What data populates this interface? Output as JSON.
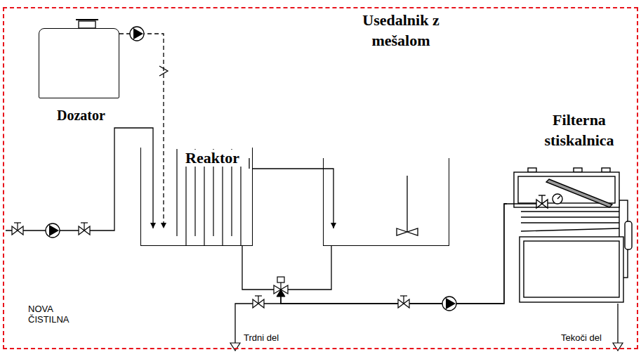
{
  "diagram": {
    "nodes": [
      {
        "text": [
          "NOVA ČISTILNA"
        ]
      },
      {
        "text": [
          "Dozator"
        ],
        "in": 0
      },
      {
        "text": [
          "Reaktor"
        ],
        "in": 0
      },
      {
        "text": [
          "Usedalnik z mešalom"
        ],
        "in": 0
      },
      {
        "text": [
          "Filterna stiskalnica"
        ],
        "in": 0
      }
    ],
    "edges": [
      {
        "from": 1,
        "to": 2,
        "arrow": "to"
      },
      {
        "from": 2,
        "to": 3,
        "arrow": "to"
      },
      {
        "from": 2,
        "to": 4,
        "arrow": "none"
      },
      {
        "from": 3,
        "to": 4,
        "arrow": "none"
      }
    ],
    "labels": [
      "Trdni del",
      "Tekoči del"
    ]
  }
}
